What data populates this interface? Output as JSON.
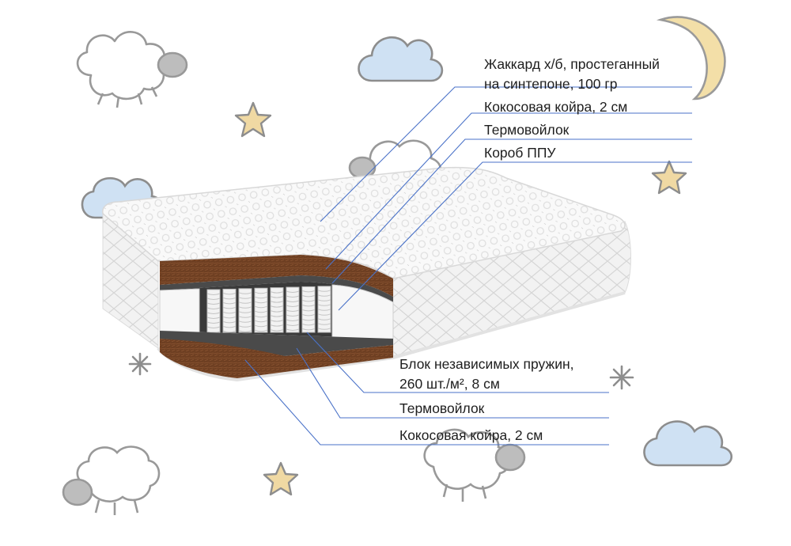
{
  "labels": {
    "jacquard_line1": "Жаккард х/б, простеганный",
    "jacquard_line2": "на синтепоне, 100 гр",
    "coconut_top": "Кокосовая койра, 2 см",
    "felt_top": "Термовойлок",
    "ppu_box": "Короб ППУ",
    "springs_line1": "Блок независимых пружин,",
    "springs_line2": "260 шт./м², 8 см",
    "felt_bottom": "Термовойлок",
    "coconut_bottom": "Кокосовая койра, 2 см"
  },
  "colors": {
    "leader_line": "#4a72c8",
    "coir": "#6e3f22",
    "felt": "#4a4a4a",
    "cloud": "#cfe1f3",
    "star": "#f0d9a3",
    "moon": "#f3dfa8"
  },
  "decor_icons": [
    "sheep-icon",
    "cloud-icon",
    "star-icon",
    "moon-icon",
    "snowflake-icon"
  ]
}
